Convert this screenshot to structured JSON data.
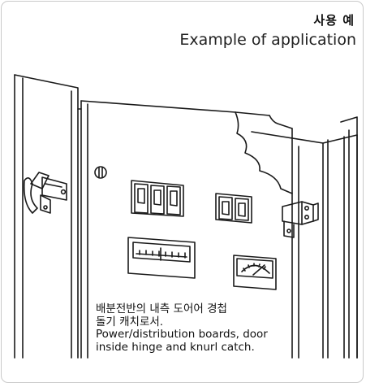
{
  "title": {
    "korean": "사용 예",
    "english": "Example of application"
  },
  "caption": {
    "line1": "배분전반의 내측 도어어 경첩",
    "line2": "돌기 캐치로서.",
    "line3": "Power/distribution boards, door",
    "line4": "inside hinge and knurl catch."
  },
  "colors": {
    "line": "#1a1a1a",
    "border": "#c9c9c9",
    "background": "#ffffff"
  }
}
